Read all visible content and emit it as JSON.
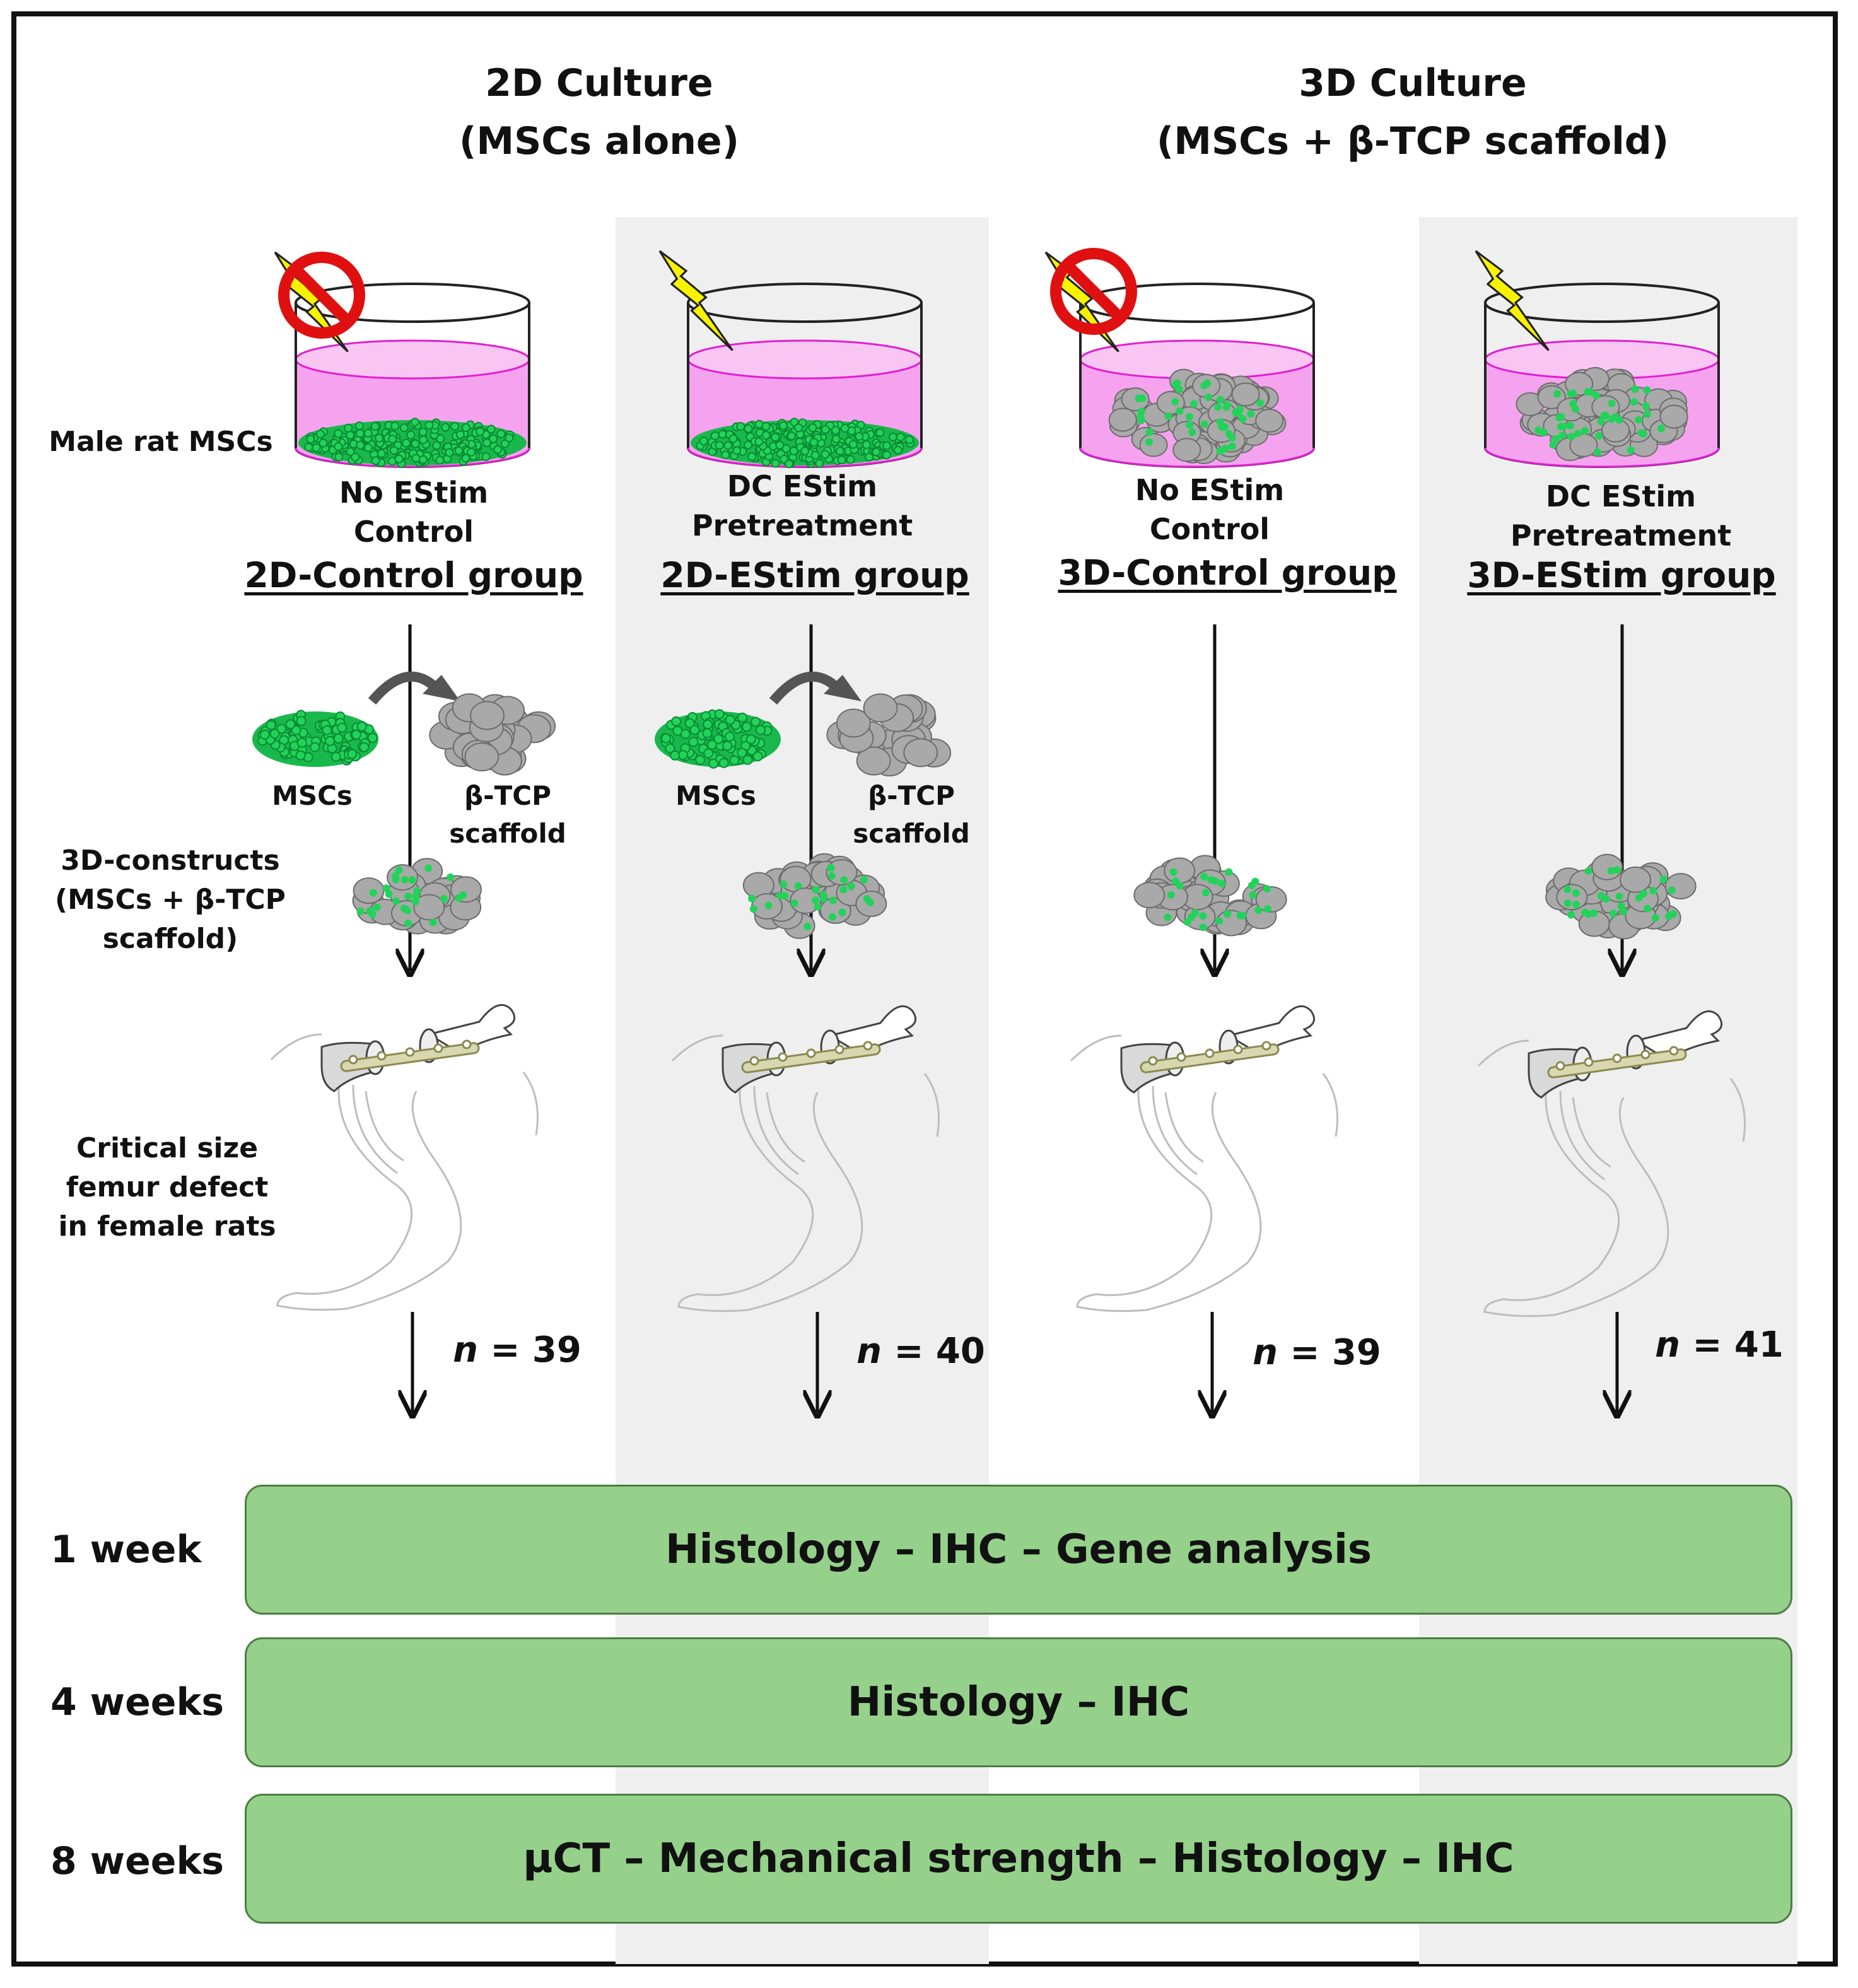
{
  "headers": {
    "culture_2d_line1": "2D Culture",
    "culture_2d_line2": "(MSCs alone)",
    "culture_3d_line1": "3D Culture",
    "culture_3d_line2": "(MSCs + β-TCP scaffold)"
  },
  "side_labels": {
    "cells": "Male rat MSCs",
    "constructs_line1": "3D-constructs",
    "constructs_line2": "(MSCs + β-TCP",
    "constructs_line3": "scaffold)",
    "defect_line1": "Critical size",
    "defect_line2": "femur defect",
    "defect_line3": "in female rats"
  },
  "groups": [
    {
      "cond_line1": "No EStim",
      "cond_line2": "Control",
      "name": "2D-Control group",
      "n_prefix": "n",
      "n_value": "= 39"
    },
    {
      "cond_line1": "DC EStim",
      "cond_line2": "Pretreatment",
      "name": "2D-EStim group",
      "n_prefix": "n",
      "n_value": "= 40"
    },
    {
      "cond_line1": "No EStim",
      "cond_line2": "Control",
      "name": "3D-Control group",
      "n_prefix": "n",
      "n_value": "= 39"
    },
    {
      "cond_line1": "DC EStim",
      "cond_line2": "Pretreatment",
      "name": "3D-EStim group",
      "n_prefix": "n",
      "n_value": "= 41"
    }
  ],
  "seeding_labels": {
    "mscs": "MSCs",
    "tcp_line1": "β-TCP",
    "tcp_line2": "scaffold"
  },
  "timeline": [
    {
      "time": "1 week",
      "analysis": "Histology – IHC – Gene analysis"
    },
    {
      "time": "4 weeks",
      "analysis": "Histology – IHC"
    },
    {
      "time": "8 weeks",
      "analysis": "μCT – Mechanical strength – Histology – IHC"
    }
  ],
  "colors": {
    "medium_pink": "#f5a3ef",
    "medium_edge": "#e21fd1",
    "cells_green": "#22d35a",
    "scaffold_gray": "#a9a9a9",
    "bolt_yellow": "#f7f300",
    "no_sign_red": "#e01010",
    "box_green": "#95d18b",
    "band_gray": "#efefef"
  },
  "icons": [
    "lightning-bolt-icon",
    "no-symbol-icon",
    "culture-dish-icon",
    "rat-leg-femur-icon",
    "rotate-arrow-icon"
  ]
}
